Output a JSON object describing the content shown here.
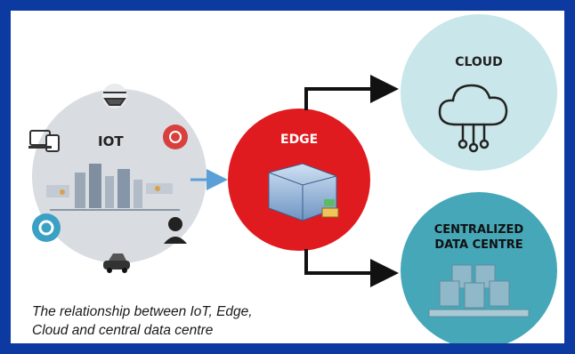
{
  "nodes": {
    "iot": "IOT",
    "edge": "EDGE",
    "cloud": "CLOUD",
    "datacentre_line1": "CENTRALIZED",
    "datacentre_line2": "DATA CENTRE"
  },
  "caption": {
    "line1": "The relationship between IoT, Edge,",
    "line2": "Cloud and central data centre"
  },
  "colors": {
    "frame": "#0d3aa0",
    "edge": "#e01b1f",
    "cloud": "#c9e6ea",
    "datacentre": "#45a7b8",
    "iot": "#d9dce1",
    "arrow_iot_edge": "#5aa0d6",
    "arrow_edge_out": "#111111"
  },
  "icons": [
    "devices-icon",
    "drone-icon",
    "settings-badge-icon",
    "city-icon",
    "gear-badge-icon",
    "person-icon",
    "car-icon",
    "server-icon",
    "cloud-network-icon",
    "server-rack-icon"
  ]
}
